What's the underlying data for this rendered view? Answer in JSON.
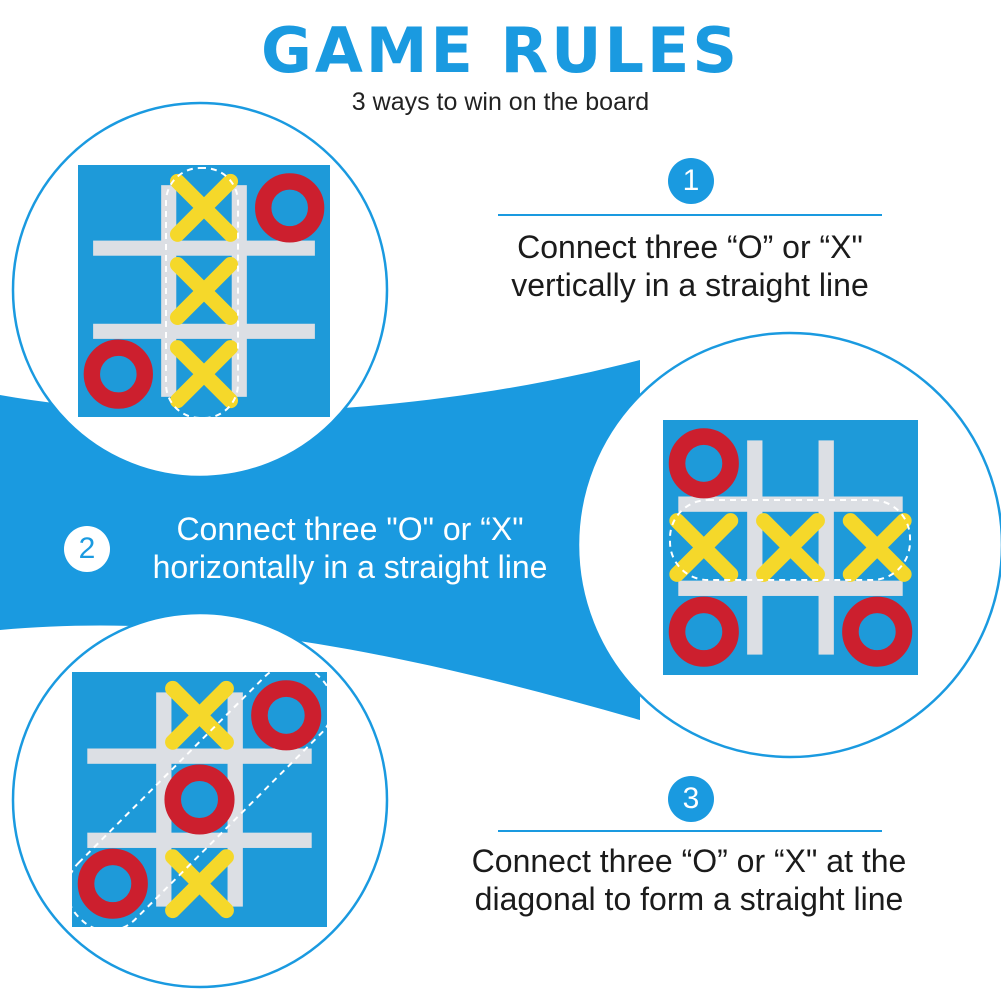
{
  "header": {
    "title": "GAME RULES",
    "subtitle": "3 ways to win on the board"
  },
  "rules": [
    {
      "number": "1",
      "line1": "Connect three “O” or “X\"",
      "line2": "vertically in a straight line"
    },
    {
      "number": "2",
      "line1": "Connect three \"O\" or “X\"",
      "line2": "horizontally in a straight line"
    },
    {
      "number": "3",
      "line1": "Connect three “O” or “X\" at the",
      "line2": "diagonal to form a straight line"
    }
  ],
  "boards": [
    {
      "name": "vertical-win",
      "cells": [
        "",
        "X",
        "O",
        "",
        "X",
        "",
        "O",
        "X",
        ""
      ]
    },
    {
      "name": "horizontal-win",
      "cells": [
        "O",
        "",
        "",
        "X",
        "X",
        "X",
        "O",
        "",
        "O"
      ]
    },
    {
      "name": "diagonal-win",
      "cells": [
        "",
        "X",
        "O",
        "",
        "O",
        "",
        "O",
        "X",
        ""
      ]
    }
  ],
  "colors": {
    "accent": "#1a9ae0",
    "felt": "#1e9ad9",
    "grid": "#dcdfe4",
    "x_piece": "#f5d82a",
    "o_piece": "#cc1f2e",
    "text": "#1b1b1b"
  }
}
